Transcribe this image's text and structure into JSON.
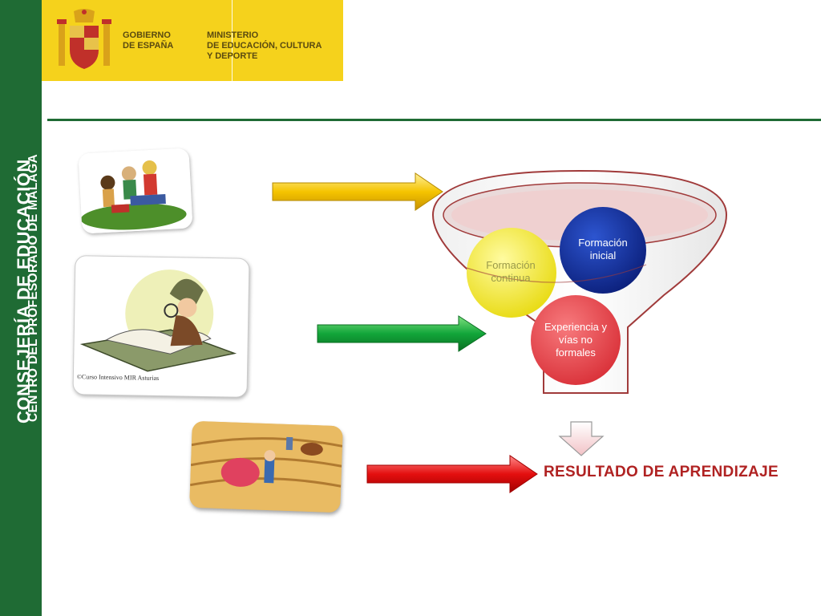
{
  "sidebar": {
    "line1": "CONSEJERÍA DE EDUCACIÓN",
    "line2": "CENTRO DEL PROFESORADO DE MÁLAGA"
  },
  "header": {
    "gov_line1": "GOBIERNO",
    "gov_line2": "DE ESPAÑA",
    "min_line1": "MINISTERIO",
    "min_line2": "DE EDUCACIÓN, CULTURA",
    "min_line3": "Y DEPORTE",
    "banner_color": "#f5d21c"
  },
  "diagram": {
    "circle_continua": "Formación continua",
    "circle_inicial": "Formación inicial",
    "circle_experiencia": "Experiencia y vías no formales",
    "result": "RESULTADO DE APRENDIZAJE",
    "colors": {
      "yellow": "#f2e81c",
      "blue": "#1d3aa8",
      "red": "#e9474e",
      "arrow_yellow": "#f5c400",
      "arrow_green": "#12a63a",
      "arrow_red": "#e40f0f",
      "sidebar_green": "#1f6b34"
    }
  },
  "images": {
    "caption": "©Curso Intensivo MIR Asturias"
  }
}
